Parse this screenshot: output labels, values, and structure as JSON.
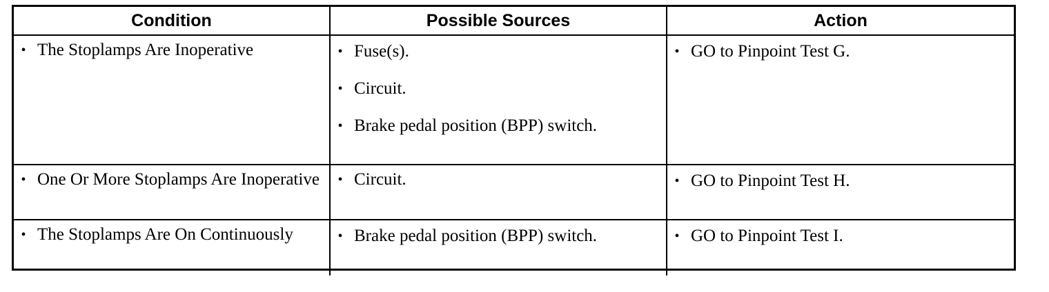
{
  "table": {
    "headers": {
      "condition": "Condition",
      "sources": "Possible Sources",
      "action": "Action"
    },
    "bullet_glyph": "•",
    "rows": [
      {
        "condition": "The Stoplamps Are Inoperative",
        "sources": [
          "Fuse(s).",
          "Circuit.",
          "Brake pedal position (BPP) switch."
        ],
        "action": "GO to Pinpoint Test G."
      },
      {
        "condition": "One Or More Stoplamps Are Inoperative",
        "sources": [
          "Circuit."
        ],
        "action": "GO to Pinpoint Test H."
      },
      {
        "condition": "The Stoplamps Are On Continuously",
        "sources": [
          "Brake pedal position (BPP) switch."
        ],
        "action": "GO to Pinpoint Test I."
      }
    ]
  }
}
